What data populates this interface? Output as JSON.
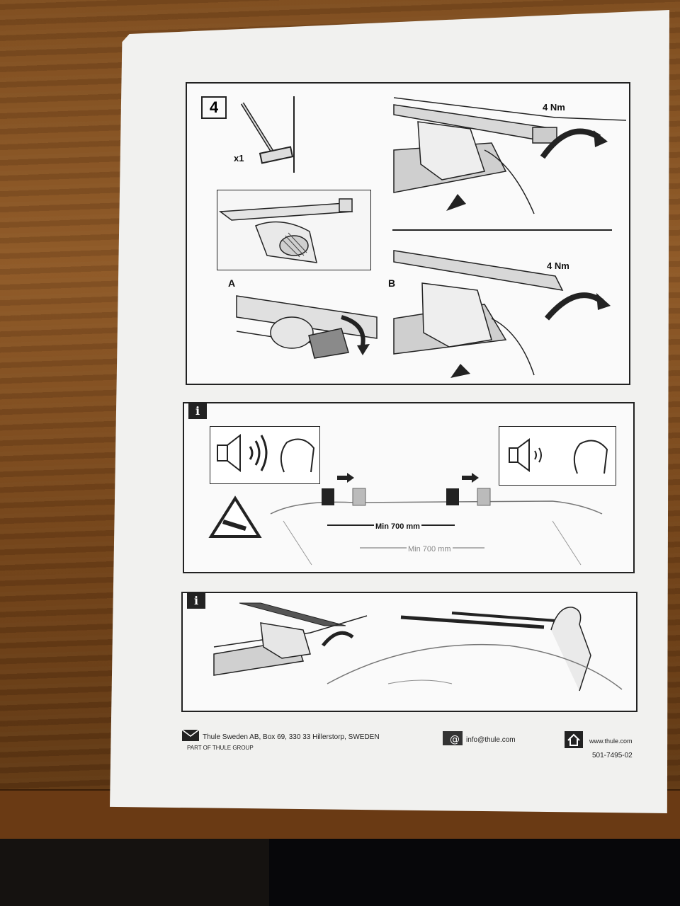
{
  "step": {
    "number": "4",
    "quantity": "x1",
    "label_a": "A",
    "label_b": "B",
    "torque_top": "4 Nm",
    "torque_bottom": "4 Nm"
  },
  "info1": {
    "marker": "i",
    "measure_front": "Min 700 mm",
    "measure_rear": "Min 700 mm"
  },
  "info2": {
    "marker": "i"
  },
  "footer": {
    "address": "Thule Sweden AB, Box 69, 330 33 Hillerstorp, SWEDEN",
    "group": "PART OF THULE GROUP",
    "email": "info@thule.com",
    "web": "www.thule.com",
    "doc_number": "501-7495-02"
  },
  "icons": [
    "envelope-icon",
    "email-at-icon",
    "house-icon",
    "speaker-icon",
    "head-icon",
    "crosswind-warning-icon",
    "allen-key-icon",
    "arrow-icon"
  ]
}
